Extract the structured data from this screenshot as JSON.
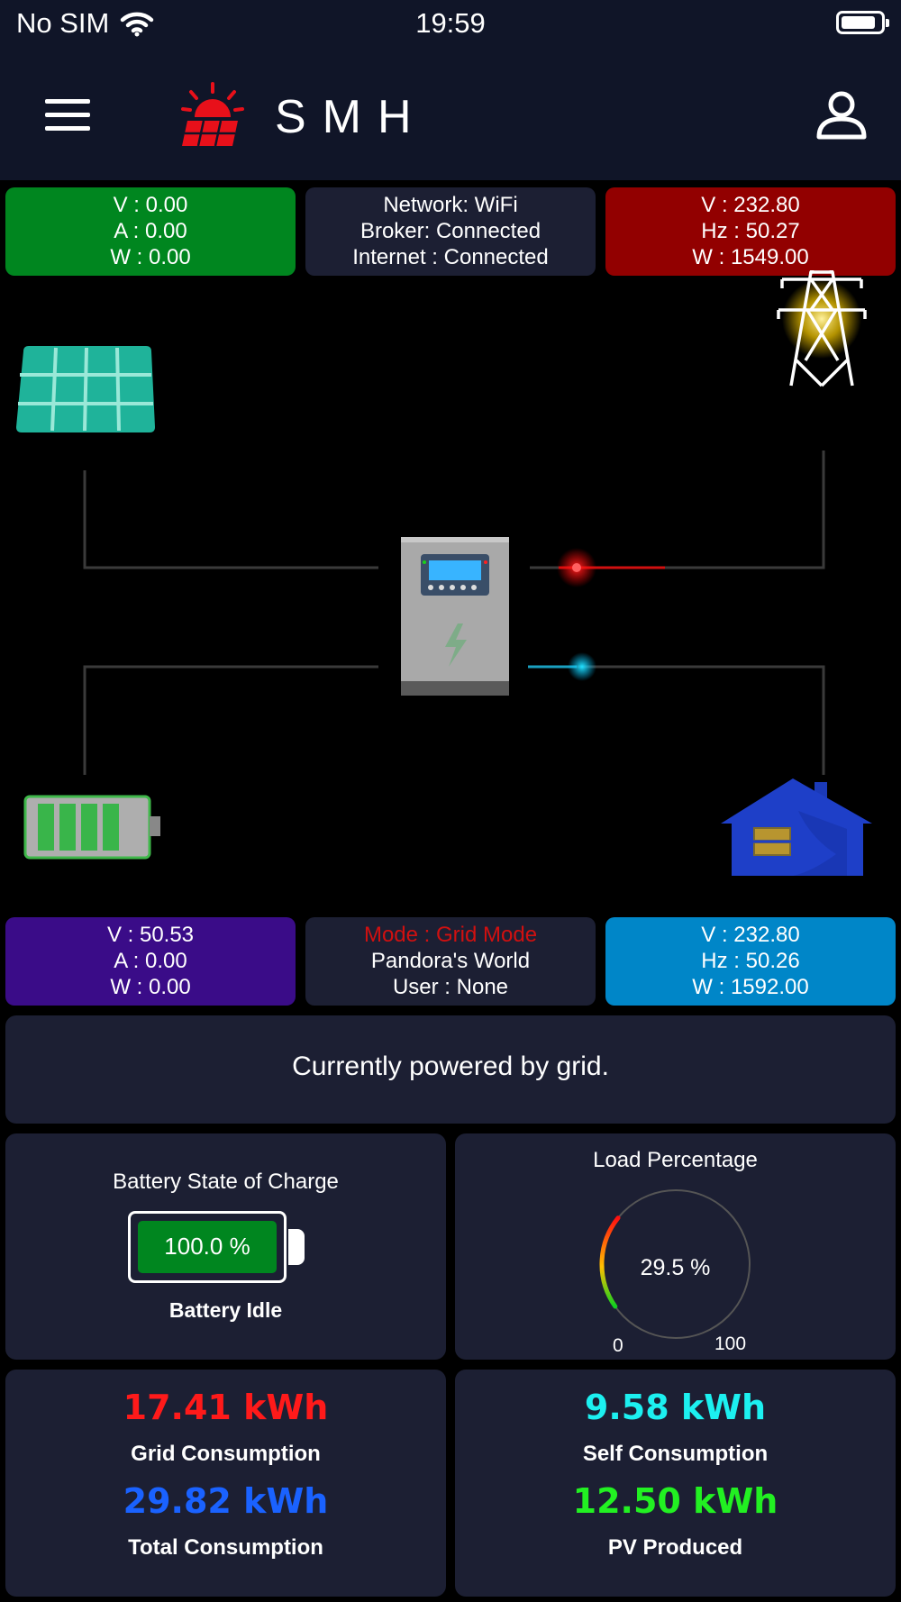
{
  "status_bar": {
    "carrier": "No SIM",
    "time": "19:59"
  },
  "header": {
    "title": "SMH"
  },
  "pv_box": {
    "volts": "V : 0.00",
    "amps": "A : 0.00",
    "watts": "W : 0.00"
  },
  "network_box": {
    "network": "Network: WiFi",
    "broker": "Broker: Connected",
    "internet": "Internet : Connected"
  },
  "grid_box": {
    "volts": "V : 232.80",
    "hz": "Hz : 50.27",
    "watts": "W : 1549.00"
  },
  "battery_box": {
    "volts": "V : 50.53",
    "amps": "A : 0.00",
    "watts": "W : 0.00"
  },
  "mode_box": {
    "mode": "Mode : Grid Mode",
    "site": "Pandora's World",
    "user": "User : None"
  },
  "load_box": {
    "volts": "V : 232.80",
    "hz": "Hz : 50.26",
    "watts": "W : 1592.00"
  },
  "power_source": {
    "text": "Currently powered by grid."
  },
  "battery_soc": {
    "title": "Battery State of Charge",
    "value": "100.0 %",
    "status": "Battery Idle",
    "fraction": 1.0
  },
  "load_percentage": {
    "title": "Load Percentage",
    "value": "29.5 %",
    "min": "0",
    "max": "100",
    "percent": 29.5
  },
  "energy": {
    "grid_consumption": {
      "value": "17.41 kWh",
      "label": "Grid Consumption"
    },
    "total_consumption": {
      "value": "29.82 kWh",
      "label": "Total Consumption"
    },
    "self_consumption": {
      "value": "9.58 kWh",
      "label": "Self Consumption"
    },
    "pv_produced": {
      "value": "12.50 kWh",
      "label": "PV Produced"
    }
  },
  "colors": {
    "pv": "#00861f",
    "grid": "#920000",
    "battery": "#3a0c88",
    "load": "#0086c8",
    "grid_consumption": "#ff1a1a",
    "total_consumption": "#1a62ff",
    "self_consumption": "#1cf0f0",
    "pv_produced": "#22f022"
  }
}
